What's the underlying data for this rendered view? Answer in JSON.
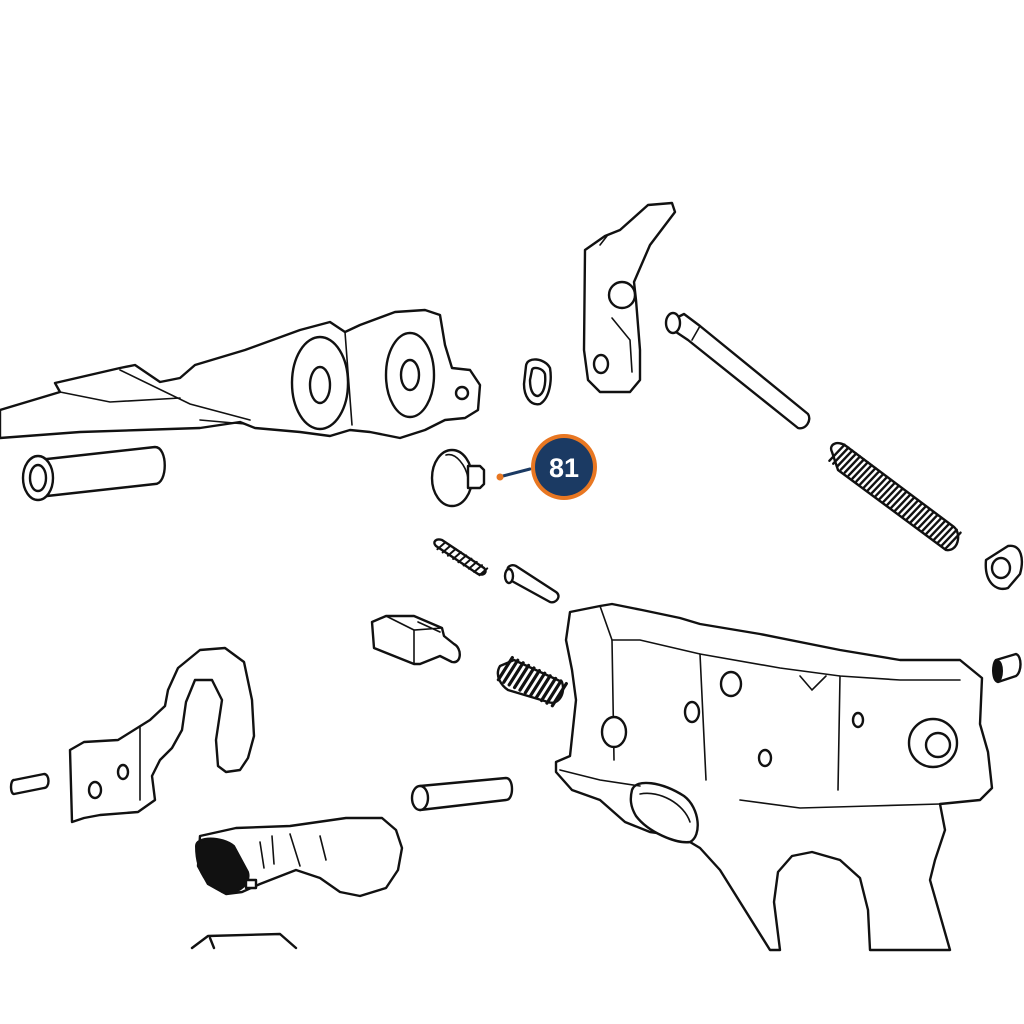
{
  "callout": {
    "label": "81",
    "badge_fill": "#1b3a63",
    "badge_ring": "#e87722",
    "text_color": "#ffffff",
    "leader_color": "#1b3a63",
    "leader_dot_color": "#e87722"
  },
  "parts": [
    "hammer-strut-assembly",
    "sleeve-bushing",
    "trigger-bow",
    "bar-frame-lever",
    "small-pin",
    "small-spring",
    "plunger-pin",
    "guide-rod",
    "recoil-spring",
    "spring-cup",
    "retainer-ring",
    "disconnector",
    "coil-spring",
    "sear-block",
    "roll-pin",
    "mainspring-housing",
    "sear",
    "slide-stop",
    "washer",
    "frame-receiver",
    "set-screw",
    "magazine-catch",
    "rivet-button"
  ]
}
